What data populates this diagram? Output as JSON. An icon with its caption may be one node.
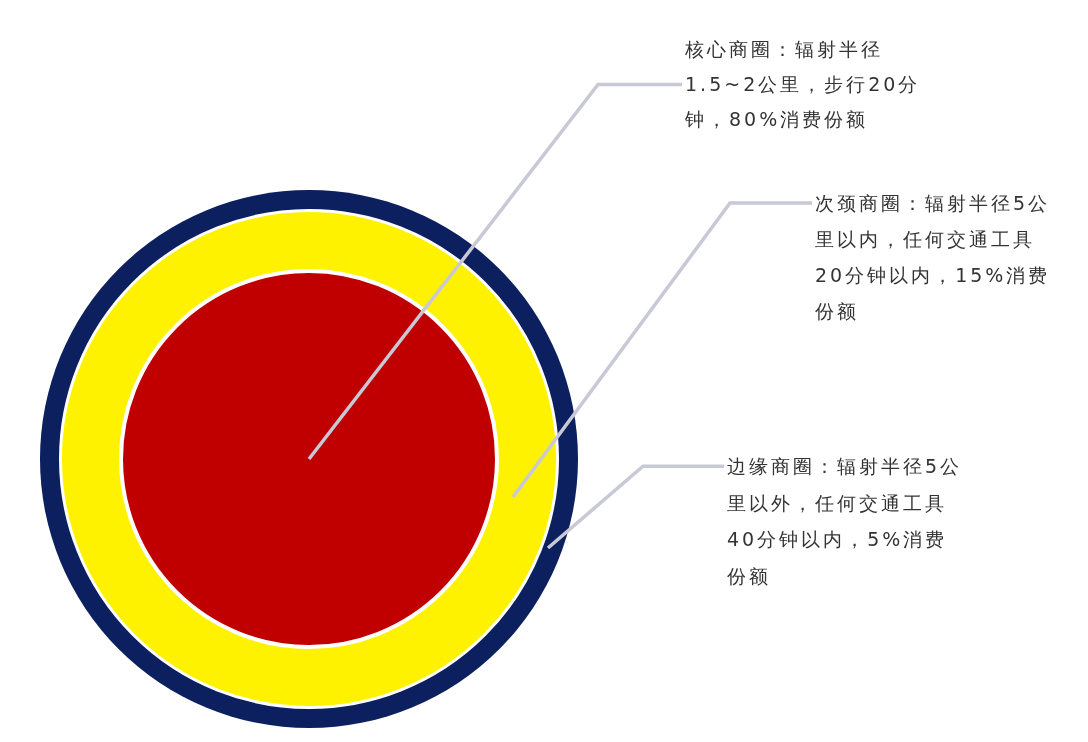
{
  "diagram": {
    "nodes": [
      {
        "text": [],
        "shape": "circle"
      },
      {
        "text": [],
        "shape": "circle",
        "in": 0
      },
      {
        "text": [],
        "shape": "circle",
        "in": 1
      },
      {
        "text": [
          "核心商圈：辐射半径1.5~2公里，步行20分钟，80%消费份额"
        ]
      },
      {
        "text": [
          "次颈商圈：辐射半径5公里以内，任何交通工具20分钟以内，15%消费份额"
        ]
      },
      {
        "text": [
          "边缘商圈：辐射半径5公里以外，任何交通工具40分钟以内，5%消费份额"
        ]
      }
    ],
    "edges": [
      {
        "from": 3,
        "to": 2,
        "arrow": "none"
      },
      {
        "from": 4,
        "to": 1,
        "arrow": "none"
      },
      {
        "from": 5,
        "to": 0,
        "arrow": "none"
      }
    ]
  }
}
